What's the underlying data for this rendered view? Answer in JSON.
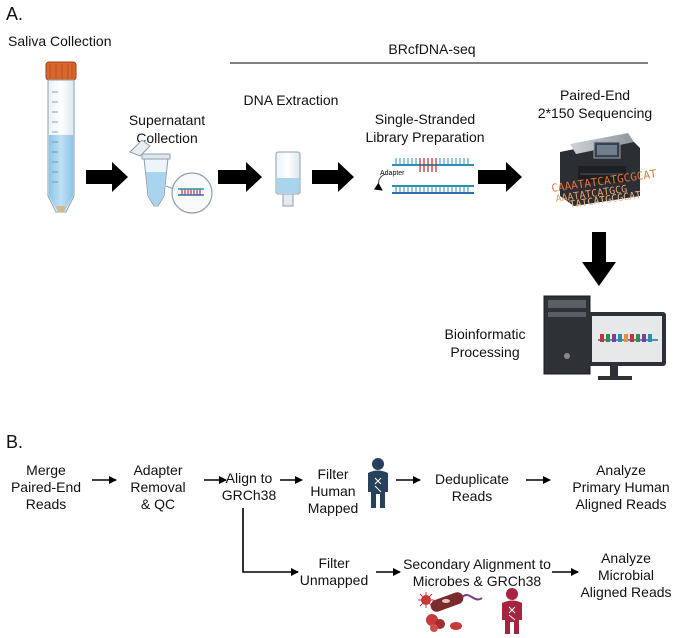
{
  "panel_a": {
    "label": "A.",
    "saliva": "Saliva Collection",
    "brcf_title": "BRcfDNA-seq",
    "supernatant_1": "Supernatant",
    "supernatant_2": "Collection",
    "dna_extraction": "DNA Extraction",
    "library_1": "Single-Stranded",
    "library_2": "Library Preparation",
    "adapter": "Adapter",
    "seq_1": "Paired-End",
    "seq_2": "2*150 Sequencing",
    "bio_1": "Bioinformatic",
    "bio_2": "Processing",
    "dna_text_1": "CAAATATCATGCGCAT",
    "dna_text_2": "AAATATCATGCG",
    "dna_text_3": "TATCATGCGCAT"
  },
  "panel_b": {
    "label": "B.",
    "merge": [
      "Merge",
      "Paired-End",
      "Reads"
    ],
    "adapter": [
      "Adapter",
      "Removal",
      "& QC"
    ],
    "align": [
      "Align to",
      "GRCh38"
    ],
    "filter_human": [
      "Filter",
      "Human",
      "Mapped"
    ],
    "dedup": [
      "Deduplicate",
      "Reads"
    ],
    "analyze_human": [
      "Analyze",
      "Primary Human",
      "Aligned Reads"
    ],
    "filter_unmapped": [
      "Filter",
      "Unmapped"
    ],
    "secondary": [
      "Secondary Alignment to",
      "Microbes & GRCh38"
    ],
    "analyze_microbial": [
      "Analyze",
      "Microbial",
      "Aligned Reads"
    ]
  },
  "colors": {
    "cap": "#d9662a",
    "liquid": "#a9d4ee",
    "dna_red": "#c8323c",
    "dna_blue": "#2a8fb0",
    "person_navy": "#25415c",
    "person_maroon": "#a6243f",
    "arrow": "#000000"
  }
}
